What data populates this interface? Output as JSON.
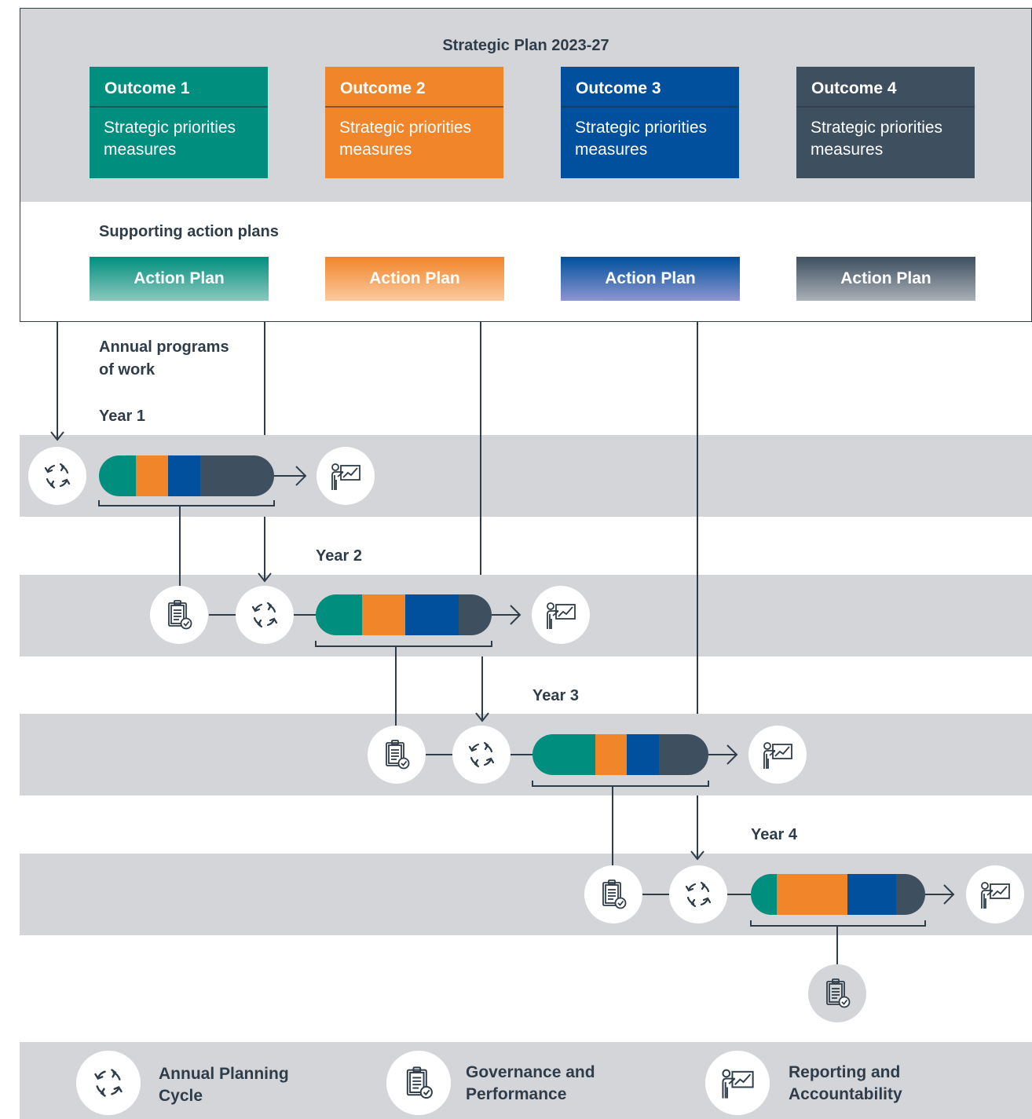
{
  "title": "Strategic Plan 2023-27",
  "colors": {
    "outcome1": "#008f7e",
    "outcome2": "#f1852a",
    "outcome3": "#00509e",
    "outcome4": "#3e4f5f",
    "band": "#d4d5d9",
    "line": "#2f3d4a"
  },
  "outcomes": [
    {
      "title": "Outcome 1",
      "body": "Strategic priorities measures"
    },
    {
      "title": "Outcome 2",
      "body": "Strategic priorities measures"
    },
    {
      "title": "Outcome 3",
      "body": "Strategic priorities measures"
    },
    {
      "title": "Outcome 4",
      "body": "Strategic priorities measures"
    }
  ],
  "supporting_label": "Supporting action plans",
  "action_plans": [
    "Action Plan",
    "Action Plan",
    "Action Plan",
    "Action Plan"
  ],
  "annual_label": "Annual programs of work",
  "annual_label_lines": [
    "Annual programs",
    "of work"
  ],
  "years": [
    "Year 1",
    "Year 2",
    "Year 3",
    "Year 4"
  ],
  "icons": {
    "planning": "planning-cycle-icon",
    "governance": "clipboard-check-icon",
    "reporting": "presentation-chart-icon"
  },
  "legend": [
    {
      "icon": "planning-cycle-icon",
      "line1": "Annual Planning",
      "line2": "Cycle"
    },
    {
      "icon": "clipboard-check-icon",
      "line1": "Governance and",
      "line2": "Performance"
    },
    {
      "icon": "presentation-chart-icon",
      "line1": "Reporting and",
      "line2": "Accountability"
    }
  ]
}
